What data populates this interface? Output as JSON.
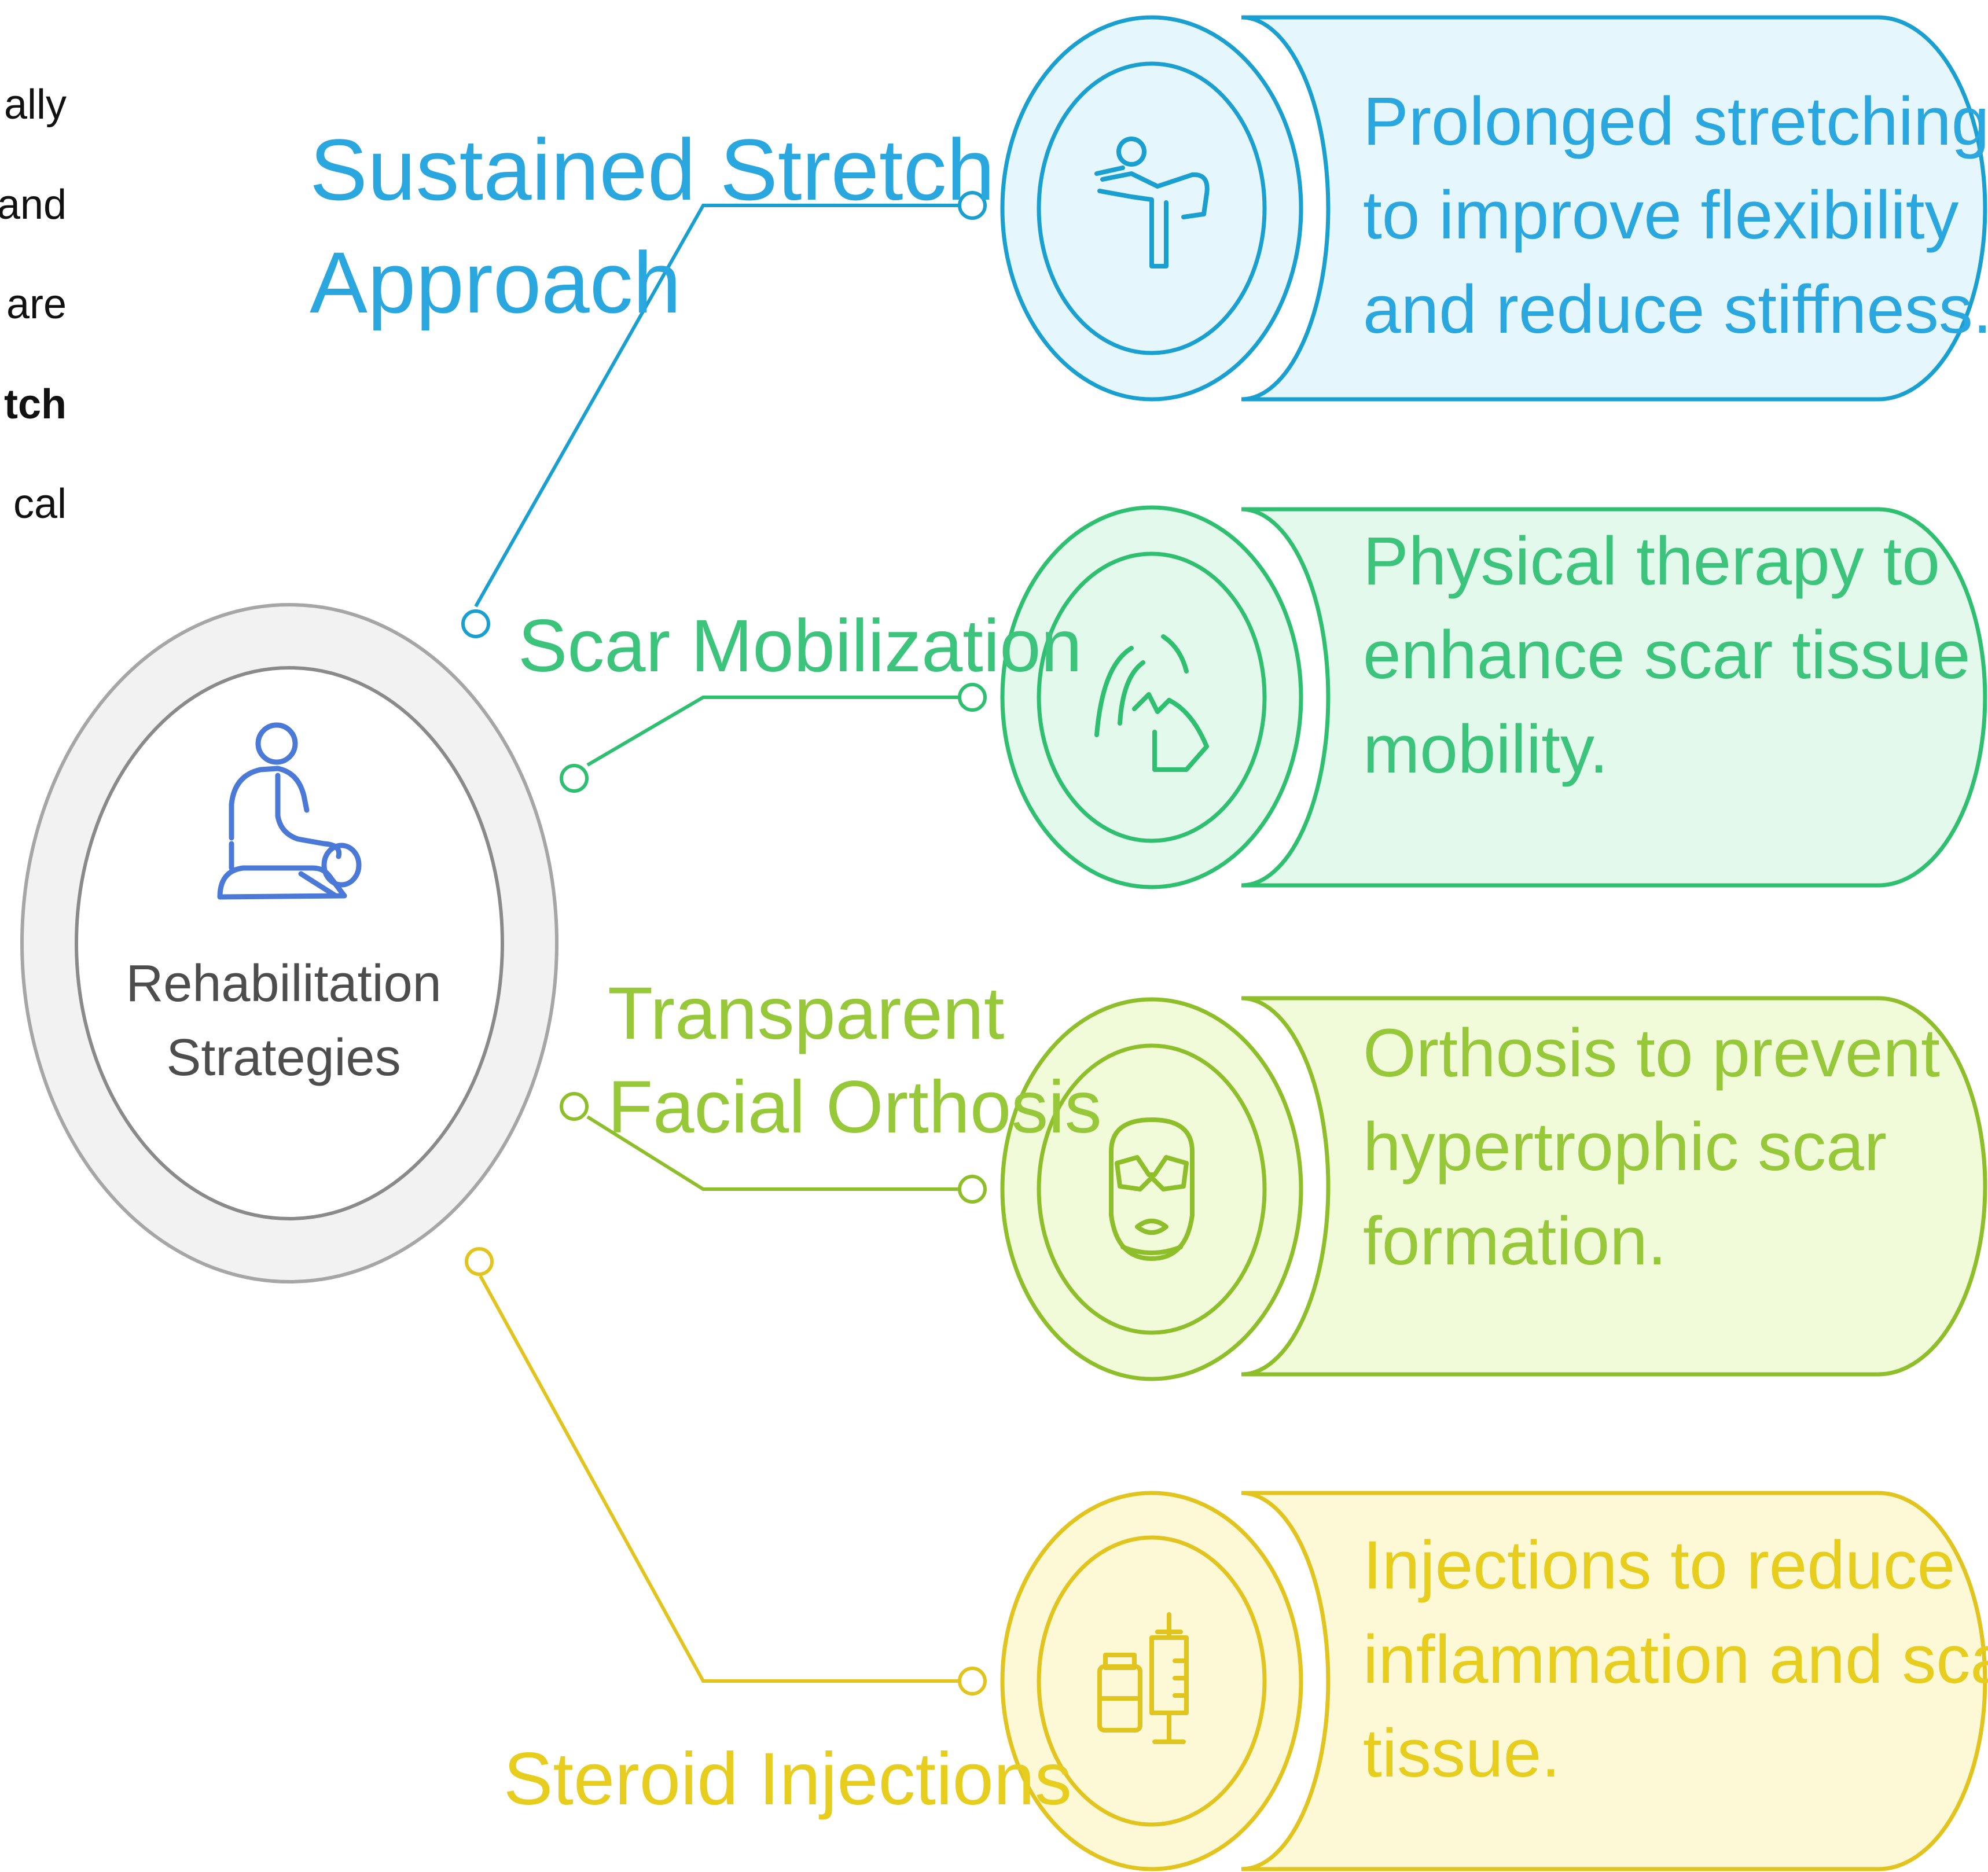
{
  "truncated_text": [
    {
      "text": "ally",
      "bold": false
    },
    {
      "text": "and",
      "bold": false
    },
    {
      "text": "are",
      "bold": false
    },
    {
      "text": "tch",
      "bold": true
    },
    {
      "text": "cal",
      "bold": false
    }
  ],
  "hub": {
    "title_line1": "Rehabilitation",
    "title_line2": "Strategies",
    "icon": "therapist-massage-icon",
    "color": "#a6a6a6"
  },
  "branches": [
    {
      "id": "sustained-stretch",
      "title_lines": [
        "Sustained Stretch",
        "Approach"
      ],
      "description_lines": [
        "Prolonged stretching",
        "to improve flexibility",
        "and reduce stiffness."
      ],
      "icon": "stretching-person-icon",
      "color": "#1aa0d0",
      "text_color": "#2aa7de",
      "fill": "#e6f6fd"
    },
    {
      "id": "scar-mobilization",
      "title_lines": [
        "Scar Mobilization"
      ],
      "description_lines": [
        "Physical therapy to",
        "enhance scar tissue",
        "mobility."
      ],
      "icon": "hand-massage-icon",
      "color": "#2fbf71",
      "text_color": "#3cc47c",
      "fill": "#e2f9ec"
    },
    {
      "id": "transparent-facial-orthosis",
      "title_lines": [
        "Transparent",
        "Facial Orthosis"
      ],
      "description_lines": [
        "Orthosis to prevent",
        "hypertrophic scar",
        "formation."
      ],
      "icon": "face-mask-icon",
      "color": "#8ebf2a",
      "text_color": "#96c83a",
      "fill": "#f2fbd9"
    },
    {
      "id": "steroid-injections",
      "title_lines": [
        "Steroid Injections"
      ],
      "description_lines": [
        "Injections to reduce",
        "inflammation and scar",
        "tissue."
      ],
      "icon": "syringe-vial-icon",
      "color": "#e2c41f",
      "text_color": "#e6cd1e",
      "fill": "#fdf8d6"
    }
  ]
}
